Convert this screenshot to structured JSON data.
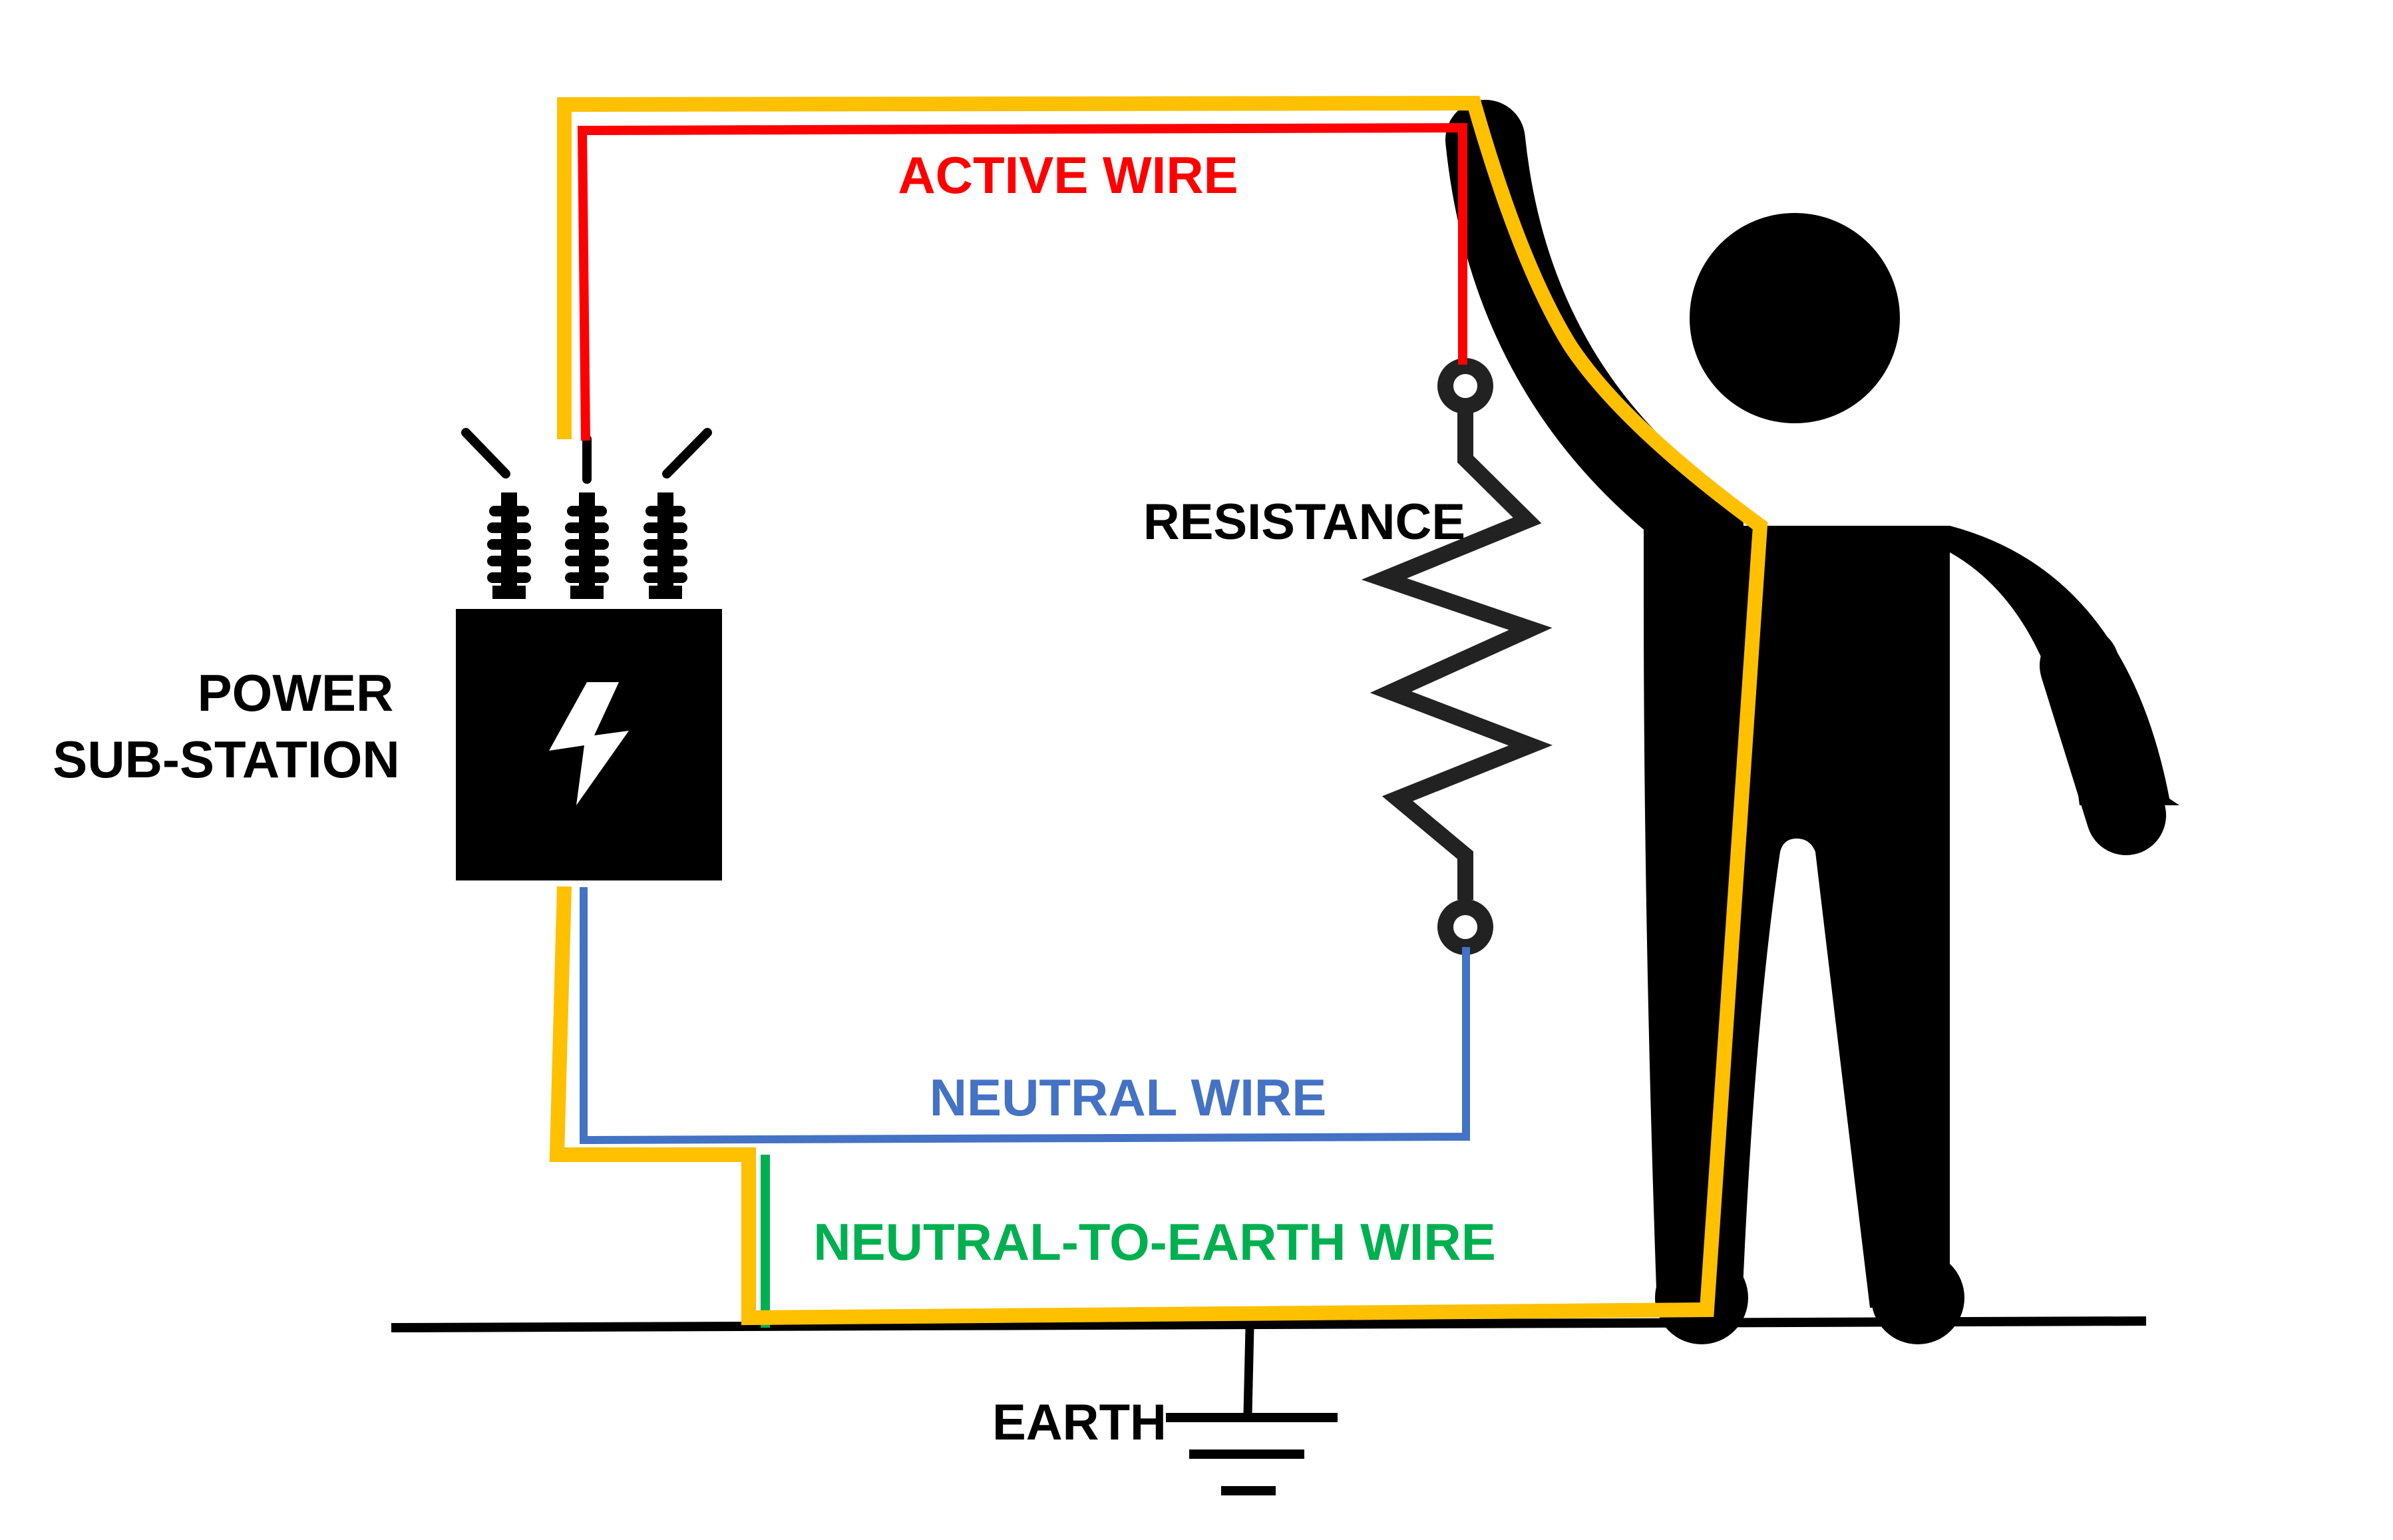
{
  "labels": {
    "active_wire": "ACTIVE WIRE",
    "resistance": "RESISTANCE",
    "power_line1": "POWER",
    "power_line2": "SUB-STATION",
    "neutral_wire": "NEUTRAL WIRE",
    "neutral_to_earth_wire": "NEUTRAL-TO-EARTH WIRE",
    "earth": "EARTH"
  },
  "colors": {
    "active": "#ff0000",
    "neutral": "#4472c4",
    "neutral_earth": "#00b050",
    "fault_path": "#ffc000",
    "ink": "#000000",
    "background": "#ffffff"
  },
  "icons": {
    "substation": "transformer-icon",
    "bolt": "lightning-bolt-icon",
    "resistor": "resistor-zigzag-icon",
    "ground": "earth-ground-symbol-icon",
    "person": "person-silhouette-icon"
  }
}
